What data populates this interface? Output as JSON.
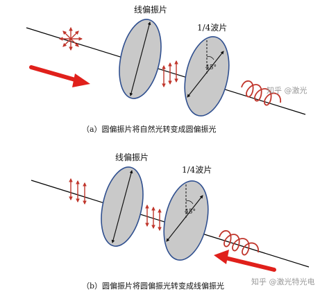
{
  "panel_a": {
    "polarizer_label": "线偏振片",
    "quarter_wave_label": "1/4波片",
    "angle_label": "45°",
    "caption": "（a）圆偏振片将自然光转变成圆偏振光"
  },
  "panel_b": {
    "polarizer_label": "线偏振片",
    "quarter_wave_label": "1/4波片",
    "angle_label": "45°",
    "caption": "（b）圆偏振片将圆偏振光转变成线偏振光"
  },
  "watermark": {
    "text_a": "知乎 @激光",
    "text_b": "知乎 @激光特光电"
  },
  "colors": {
    "plate_fill": "#c9c9c9",
    "plate_stroke": "#2f4f8f",
    "beam_arrow": "#e0201b",
    "polarization": "#c0352b",
    "axis_line": "#000000"
  }
}
